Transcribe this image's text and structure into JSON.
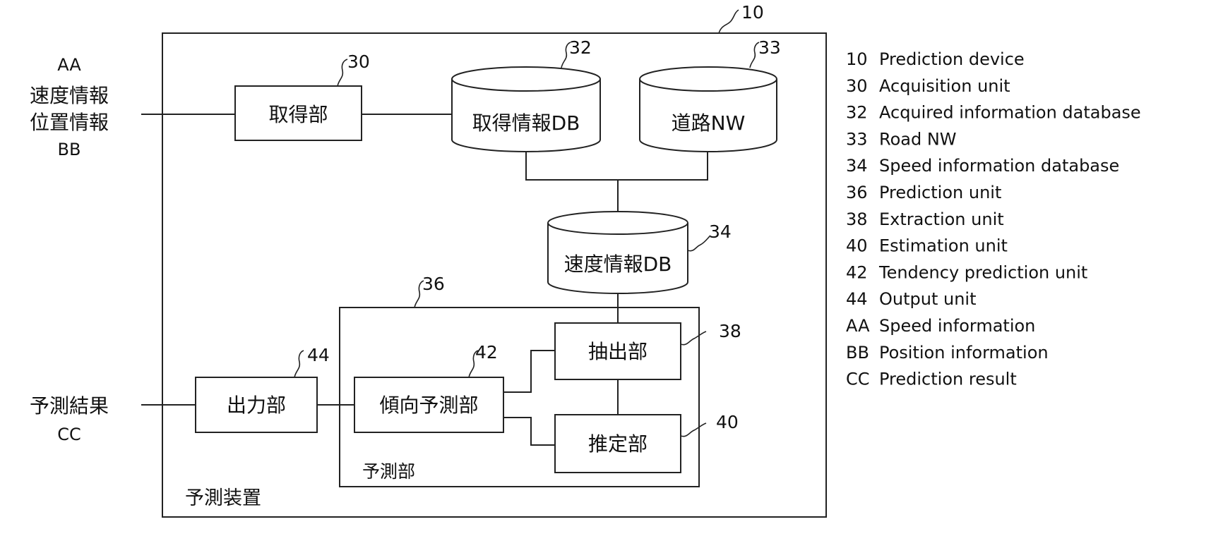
{
  "inputs": {
    "aa_code": "AA",
    "speed_info": "速度情報",
    "position_info": "位置情報",
    "bb_code": "BB",
    "prediction_result": "予測結果",
    "cc_code": "CC"
  },
  "device": {
    "ref": "10",
    "label": "予測装置"
  },
  "blocks": {
    "acquisition": {
      "ref": "30",
      "label": "取得部"
    },
    "acquired_db": {
      "ref": "32",
      "label": "取得情報DB"
    },
    "road_nw": {
      "ref": "33",
      "label": "道路NW"
    },
    "speed_db": {
      "ref": "34",
      "label": "速度情報DB"
    },
    "prediction": {
      "ref": "36",
      "label": "予測部"
    },
    "extraction": {
      "ref": "38",
      "label": "抽出部"
    },
    "estimation": {
      "ref": "40",
      "label": "推定部"
    },
    "tendency": {
      "ref": "42",
      "label": "傾向予測部"
    },
    "output": {
      "ref": "44",
      "label": "出力部"
    }
  },
  "legend": [
    {
      "code": "10",
      "text": "Prediction device"
    },
    {
      "code": "30",
      "text": "Acquisition unit"
    },
    {
      "code": "32",
      "text": "Acquired information database"
    },
    {
      "code": "33",
      "text": "Road NW"
    },
    {
      "code": "34",
      "text": "Speed information database"
    },
    {
      "code": "36",
      "text": "Prediction unit"
    },
    {
      "code": "38",
      "text": "Extraction unit"
    },
    {
      "code": "40",
      "text": "Estimation unit"
    },
    {
      "code": "42",
      "text": "Tendency prediction unit"
    },
    {
      "code": "44",
      "text": "Output unit"
    },
    {
      "code": "AA",
      "text": "Speed information"
    },
    {
      "code": "BB",
      "text": "Position information"
    },
    {
      "code": "CC",
      "text": "Prediction result"
    }
  ]
}
